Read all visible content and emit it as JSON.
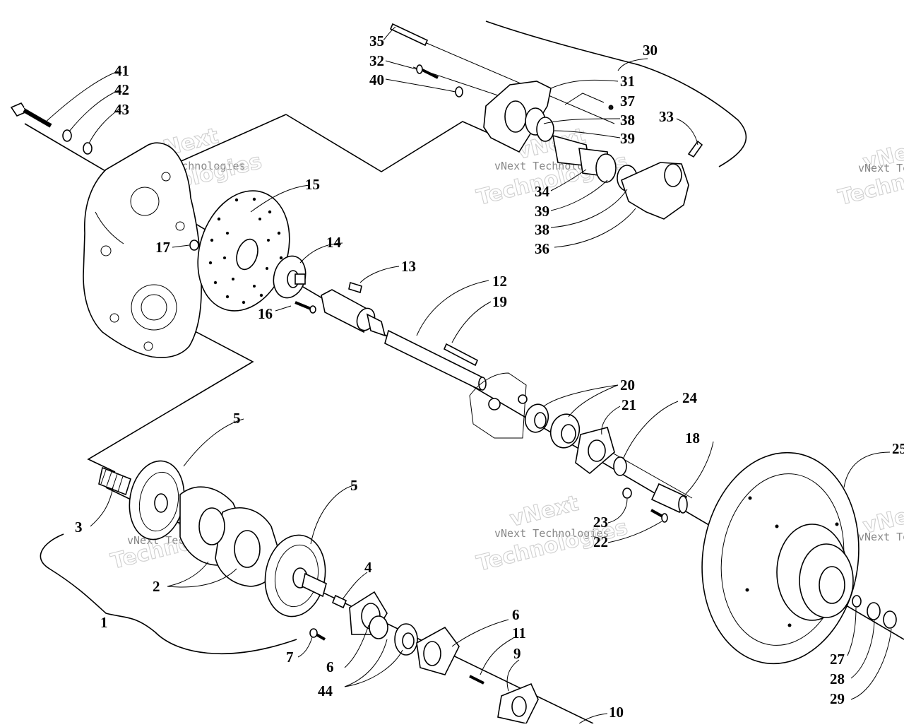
{
  "callouts": {
    "c1": "1",
    "c2": "2",
    "c3": "3",
    "c4": "4",
    "c5a": "5",
    "c5b": "5",
    "c6a": "6",
    "c6b": "6",
    "c7": "7",
    "c9": "9",
    "c10": "10",
    "c11": "11",
    "c12": "12",
    "c13": "13",
    "c14": "14",
    "c15": "15",
    "c16": "16",
    "c17": "17",
    "c18": "18",
    "c19": "19",
    "c20": "20",
    "c21": "21",
    "c22": "22",
    "c23": "23",
    "c24": "24",
    "c25": "25",
    "c27": "27",
    "c28": "28",
    "c29": "29",
    "c30": "30",
    "c31": "31",
    "c32": "32",
    "c33": "33",
    "c34": "34",
    "c35": "35",
    "c36": "36",
    "c37": "37",
    "c38a": "38",
    "c38b": "38",
    "c39a": "39",
    "c39b": "39",
    "c40": "40",
    "c41": "41",
    "c42": "42",
    "c43": "43",
    "c44": "44"
  },
  "watermarks": {
    "brand": "vNext",
    "company": "vNext Technologies",
    "word": "Technologies"
  }
}
